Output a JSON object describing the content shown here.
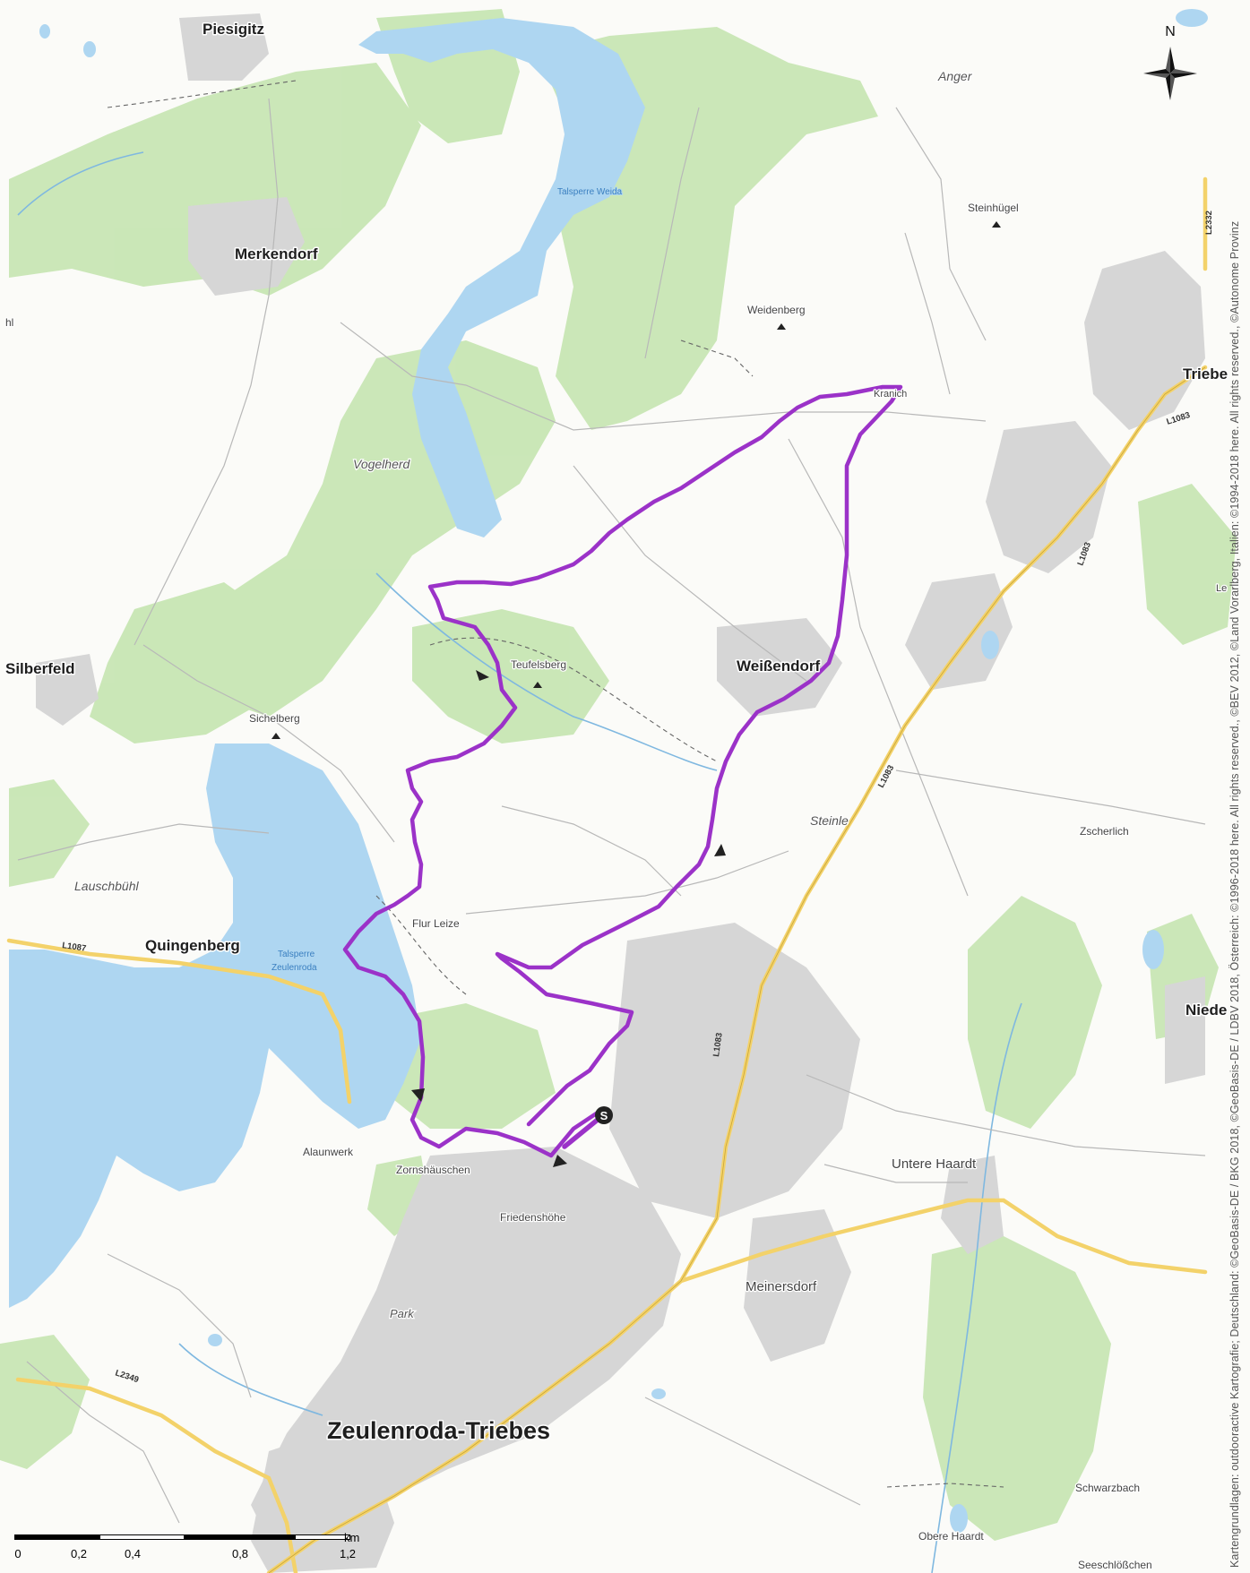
{
  "map": {
    "places": [
      "Piesigitz",
      "Merkendorf",
      "Weißendorf",
      "Quingenberg",
      "Zeulenroda-Triebes",
      "Triebe",
      "Niede",
      "Silberfeld",
      "hl",
      "Meinersdorf",
      "Untere Haardt",
      "Friedenshöhe",
      "Zornshäuschen",
      "Alaunwerk",
      "Zscherlich",
      "Schwarzbach",
      "Obere Haardt",
      "Seeschlößchen",
      "Flur Leize",
      "Kranich",
      "Le"
    ],
    "hills": [
      "Steinhügel",
      "Weidenberg",
      "Teufelsberg",
      "Sichelberg"
    ],
    "areas": [
      "Anger",
      "Vogelherd",
      "Lauschbühl",
      "Steinle",
      "Park"
    ],
    "waters": [
      "Talsperre Weida",
      "Talsperre",
      "Zeulenroda"
    ],
    "roads": [
      "L1083",
      "L1083",
      "L1083",
      "L1087",
      "L2349",
      "L2332",
      "L1083"
    ],
    "start_marker": "S"
  },
  "compass": {
    "label": "N"
  },
  "scalebar": {
    "unit": "km",
    "ticks": [
      "0",
      "0,2",
      "0,4",
      "0,8",
      "1,2"
    ]
  },
  "attribution": "Kartengrundlagen: outdooractive Kartografie; Deutschland: ©GeoBasis-DE / BKG 2018, ©GeoBasis-DE / LDBV 2018, Österreich: ©1996-2018 here. All rights reserved., ©BEV 2012, ©Land Vorarlberg, Italien: ©1994-2018 here. All rights reserved., ©Autonome Provinz",
  "colors": {
    "route": "#9b32c8",
    "water": "#aed6f1",
    "forest": "#c7e4b0",
    "urban": "#d4d4d4",
    "road": "#f3d26a"
  }
}
